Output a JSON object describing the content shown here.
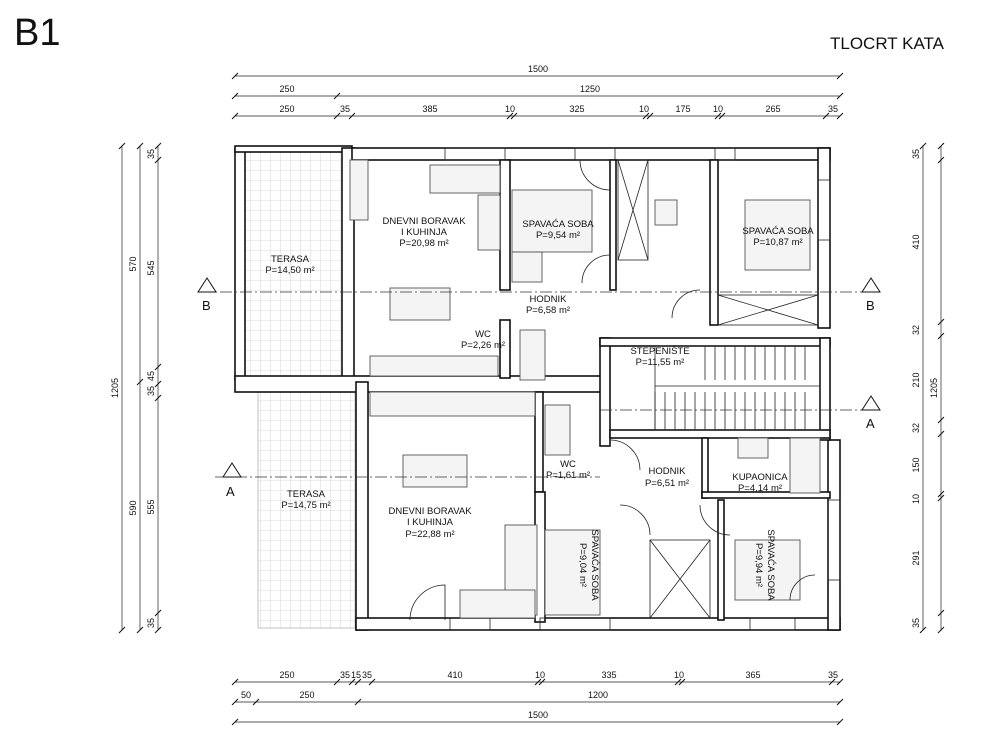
{
  "header": {
    "code": "B1",
    "subtitle": "TLOCRT KATA"
  },
  "rooms": {
    "terasa_top": {
      "name": "TERASA",
      "area": "P=14,50 m²"
    },
    "terasa_bottom": {
      "name": "TERASA",
      "area": "P=14,75 m²"
    },
    "living_top_1": "DNEVNI BORAVAK",
    "living_top_2": "I KUHINJA",
    "living_top_area": "P=20,98 m²",
    "living_bot_1": "DNEVNI BORAVAK",
    "living_bot_2": "I KUHINJA",
    "living_bot_area": "P=22,88 m²",
    "bed_1": {
      "name": "SPAVAĆA SOBA",
      "area": "P=9,54 m²"
    },
    "bed_2": {
      "name": "SPAVAĆA SOBA",
      "area": "P=10,87 m²"
    },
    "bed_3": {
      "name": "SPAVAĆA SOBA",
      "area": "P=9,04 m²"
    },
    "bed_4": {
      "name": "SPAVAĆA SOBA",
      "area": "P=9,94 m²"
    },
    "hall_top": {
      "name": "HODNIK",
      "area": "P=6,58 m²"
    },
    "hall_bot": {
      "name": "HODNIK",
      "area": "P=6,51 m²"
    },
    "wc_top": {
      "name": "WC",
      "area": "P=2,26 m²"
    },
    "wc_bot": {
      "name": "WC",
      "area": "P=1,61 m²"
    },
    "stairs": {
      "name": "STEPENIŠTE",
      "area": "P=11,55 m²"
    },
    "bath": {
      "name": "KUPAONICA",
      "area": "P=4,14 m²"
    }
  },
  "sections": {
    "b": "B",
    "a": "A"
  },
  "dims": {
    "top_total": "1500",
    "top_row2": [
      "250",
      "1250"
    ],
    "top_row3": [
      "250",
      "35",
      "385",
      "10",
      "325",
      "10",
      "175",
      "10",
      "265",
      "35"
    ],
    "bottom_row1": [
      "250",
      "35",
      "15",
      "35",
      "410",
      "10",
      "335",
      "10",
      "365",
      "35"
    ],
    "bottom_row2": [
      "50",
      "250",
      "1200"
    ],
    "bottom_total": "1500",
    "left_total": "1205",
    "left_row2": [
      "570",
      "590"
    ],
    "left_row3": [
      "35",
      "545",
      "45",
      "35",
      "555",
      "35"
    ],
    "right_total": "1205",
    "right_row": [
      "35",
      "410",
      "32",
      "210",
      "32",
      "150",
      "10",
      "291",
      "35"
    ]
  }
}
